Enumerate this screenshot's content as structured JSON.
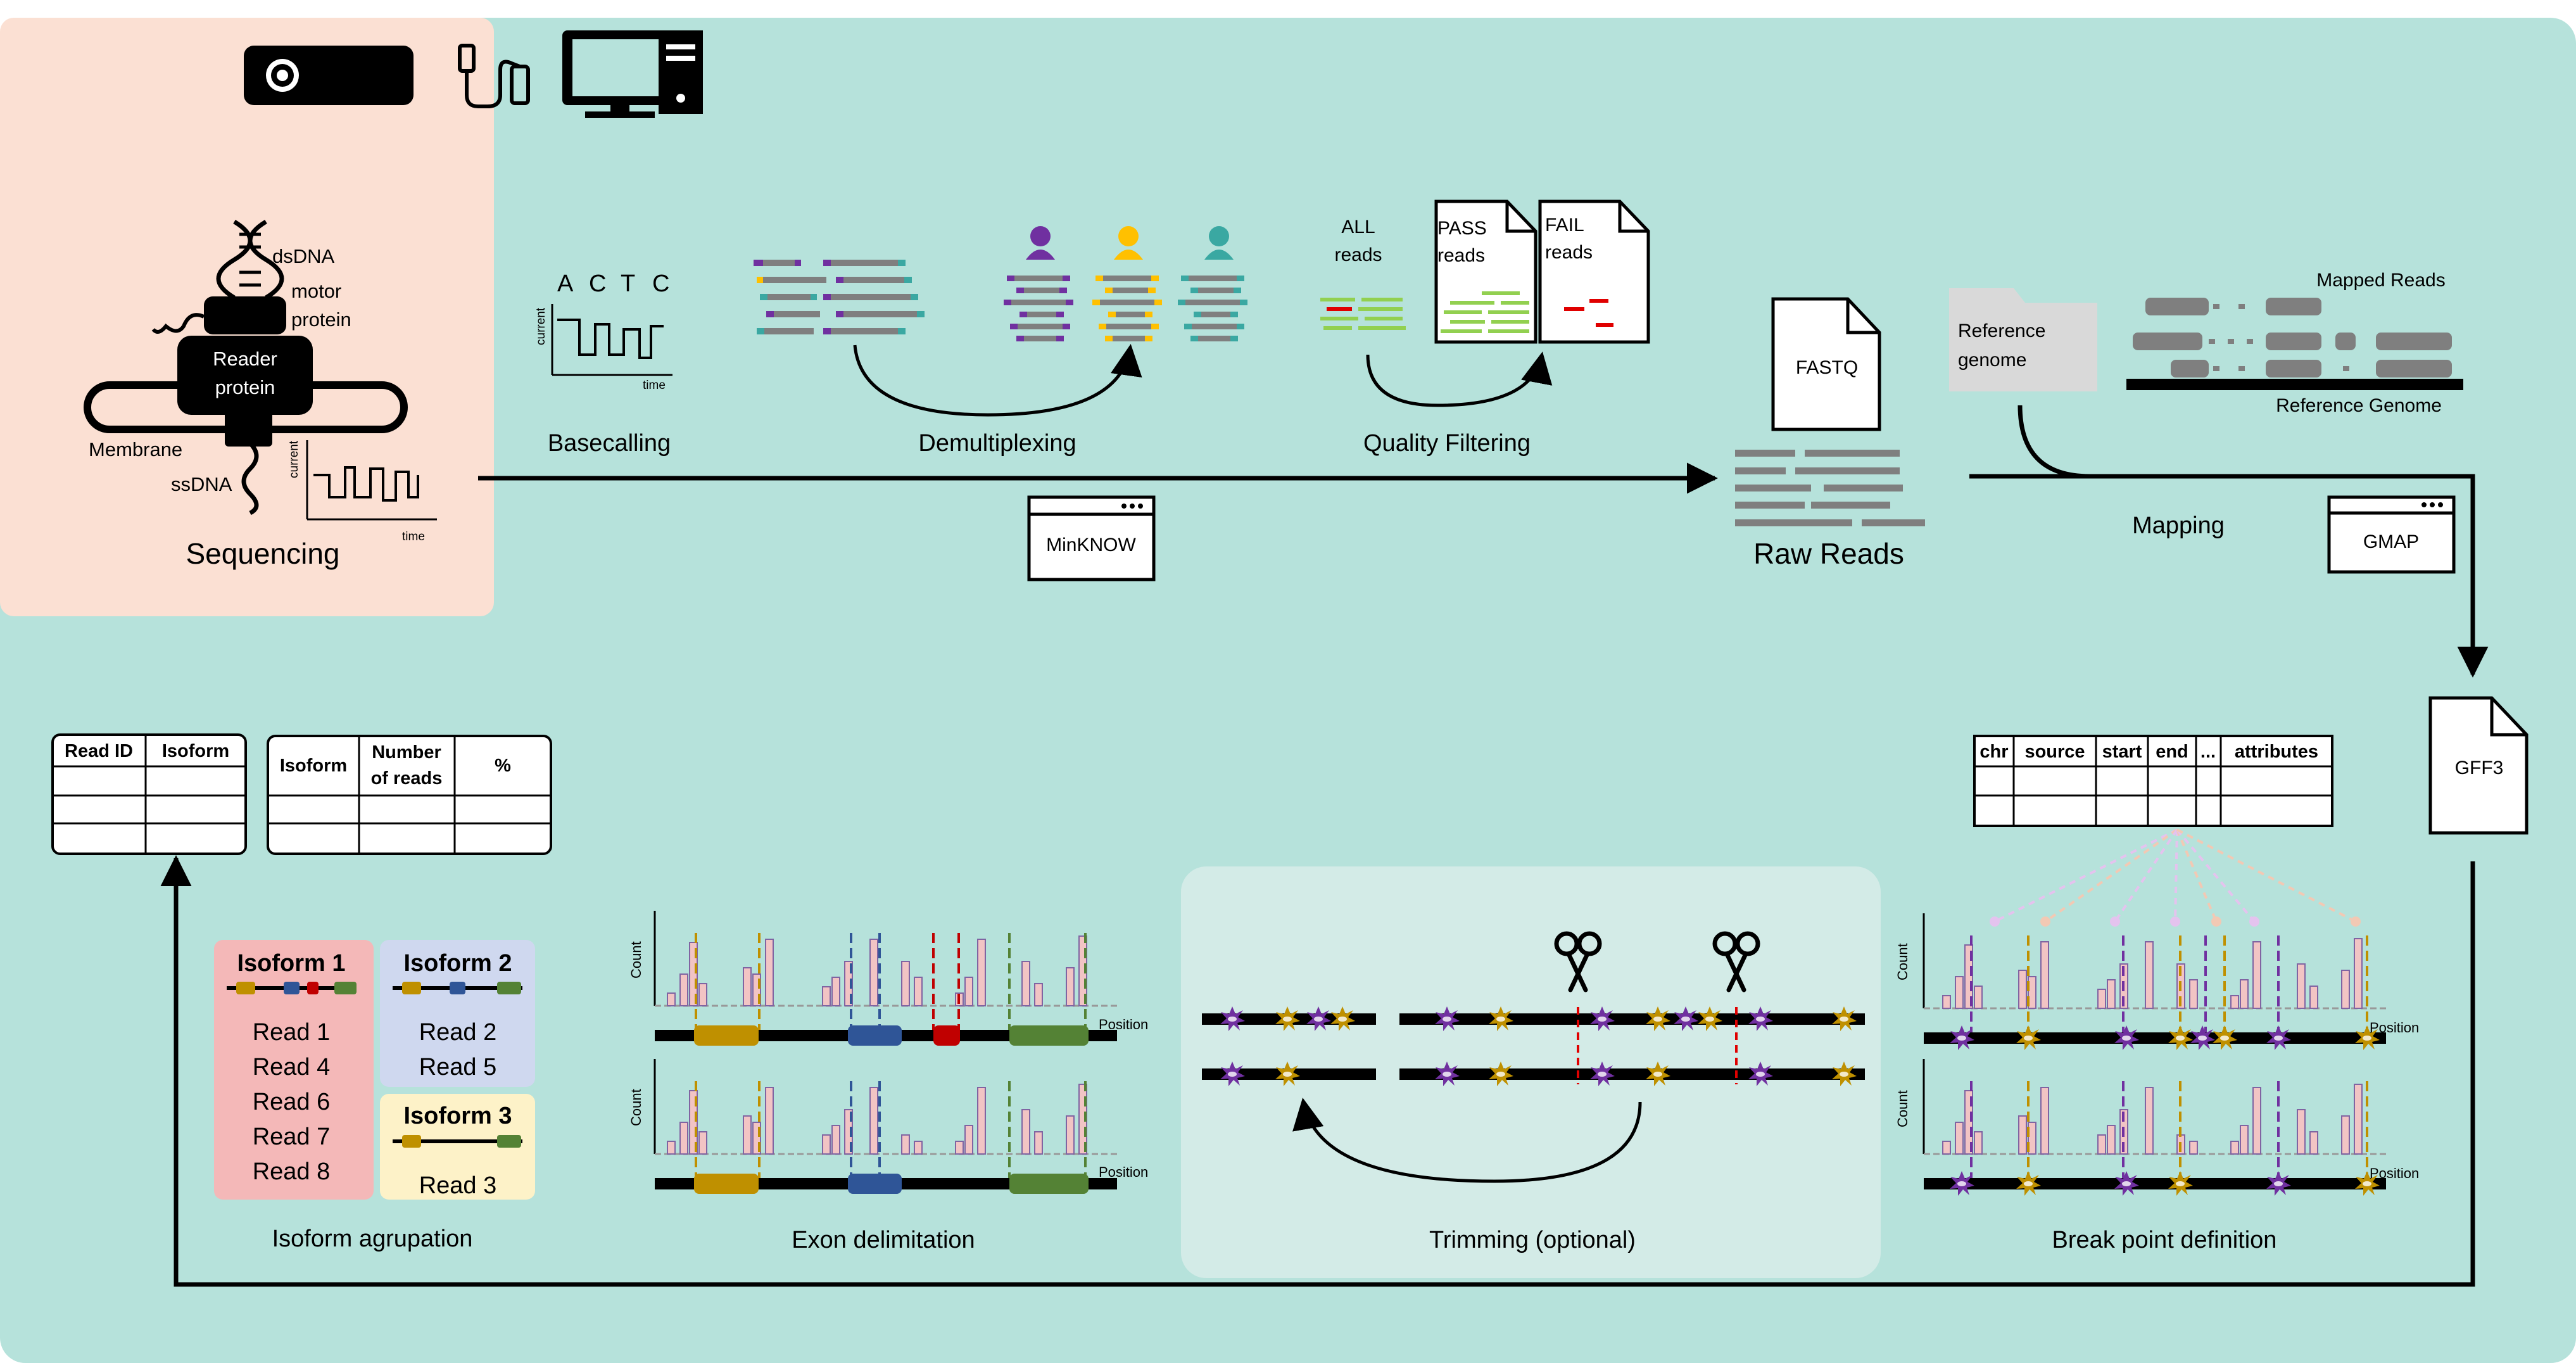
{
  "colors": {
    "background": "#b6e2db",
    "sequencing_bg": "#fbe0d3",
    "trimming_bg": "#d3ebe7",
    "barcode_purple": "#7030a0",
    "barcode_yellow": "#ffc000",
    "barcode_teal": "#3aa8a2",
    "read_gray": "#7f7f7f",
    "pass_green": "#92d050",
    "fail_red": "#e00000",
    "exon_gold": "#bf9000",
    "exon_blue": "#2f5597",
    "exon_red": "#c00000",
    "exon_green": "#548235",
    "isoform1_bg": "#f4b8b8",
    "isoform2_bg": "#cfd8ef",
    "isoform3_bg": "#fdf2c8",
    "histogram_pink": "#f2c4c4",
    "histogram_purple": "#b08fd0",
    "star_purple": "#7030a0",
    "star_gold": "#bf9000"
  },
  "icons": [
    "minion-device-icon",
    "usb-cable-icon",
    "computer-icon",
    "dna-helix-icon",
    "scissors-icon",
    "person-icon",
    "document-icon",
    "folder-icon",
    "window-icon"
  ],
  "sequencing": {
    "title": "Sequencing",
    "dsdna": "dsDNA",
    "motor_protein_line1": "motor",
    "motor_protein_line2": "protein",
    "reader_line1": "Reader",
    "reader_line2": "protein",
    "membrane": "Membrane",
    "ssdna": "ssDNA",
    "current": "current",
    "time": "time"
  },
  "basecalling": {
    "label": "Basecalling",
    "bases": [
      "A",
      "C",
      "T",
      "C"
    ],
    "current": "current",
    "time": "time"
  },
  "demultiplexing": {
    "label": "Demultiplexing"
  },
  "quality_filtering": {
    "label": "Quality Filtering",
    "all_line1": "ALL",
    "all_line2": "reads",
    "pass_line1": "PASS",
    "pass_line2": "reads",
    "fail_line1": "FAIL",
    "fail_line2": "reads"
  },
  "minknow": {
    "label": "MinKNOW"
  },
  "raw_reads": {
    "label": "Raw Reads",
    "file": "FASTQ"
  },
  "mapping": {
    "label": "Mapping",
    "reference_line1": "Reference",
    "reference_line2": "genome",
    "mapped_reads": "Mapped Reads",
    "reference_genome": "Reference Genome",
    "tool": "GMAP"
  },
  "gff3": {
    "file": "GFF3"
  },
  "gff_table": {
    "headers": [
      "chr",
      "source",
      "start",
      "end",
      "...",
      "attributes"
    ]
  },
  "read_table": {
    "headers": [
      "Read ID",
      "Isoform"
    ]
  },
  "count_table": {
    "headers": [
      "Isoform",
      "Number\nof reads",
      "%"
    ],
    "h2_line1": "Number",
    "h2_line2": "of reads"
  },
  "isoforms": {
    "label": "Isoform agrupation",
    "iso1": {
      "title": "Isoform 1",
      "reads": [
        "Read 1",
        "Read 4",
        "Read 6",
        "Read 7",
        "Read 8"
      ]
    },
    "iso2": {
      "title": "Isoform 2",
      "reads": [
        "Read 2",
        "Read 5"
      ]
    },
    "iso3": {
      "title": "Isoform 3",
      "reads": [
        "Read 3"
      ]
    }
  },
  "exon_delimitation": {
    "label": "Exon delimitation",
    "count": "Count",
    "position": "Position"
  },
  "trimming": {
    "label": "Trimming (optional)"
  },
  "break_point": {
    "label": "Break point definition",
    "count": "Count",
    "position": "Position"
  }
}
